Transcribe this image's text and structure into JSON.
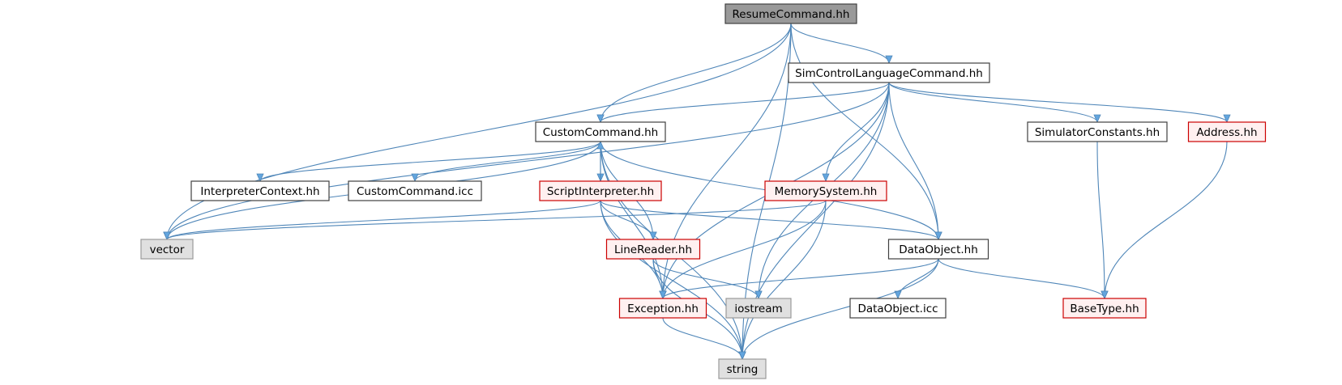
{
  "diagram": {
    "type": "include-dependency-graph",
    "colors": {
      "edge": "#4f86b8",
      "arrowhead": "#63a5de",
      "root_fill": "#999999",
      "system_fill": "#e0e0e0",
      "incomplete_border": "#cc0000",
      "incomplete_fill": "#fff0f0",
      "normal_border": "#404040",
      "normal_fill": "#ffffff"
    },
    "nodes": [
      {
        "id": "ResumeCommand",
        "label": "ResumeCommand.hh",
        "style": "root",
        "interactable": false
      },
      {
        "id": "SimControl",
        "label": "SimControlLanguageCommand.hh",
        "style": "normal",
        "interactable": true
      },
      {
        "id": "CustomCommand",
        "label": "CustomCommand.hh",
        "style": "normal",
        "interactable": true
      },
      {
        "id": "SimulatorConstants",
        "label": "SimulatorConstants.hh",
        "style": "normal",
        "interactable": true
      },
      {
        "id": "Address",
        "label": "Address.hh",
        "style": "incomplete",
        "interactable": true
      },
      {
        "id": "InterpreterContext",
        "label": "InterpreterContext.hh",
        "style": "normal",
        "interactable": true
      },
      {
        "id": "CustomCommandIcc",
        "label": "CustomCommand.icc",
        "style": "normal",
        "interactable": true
      },
      {
        "id": "ScriptInterpreter",
        "label": "ScriptInterpreter.hh",
        "style": "incomplete",
        "interactable": true
      },
      {
        "id": "MemorySystem",
        "label": "MemorySystem.hh",
        "style": "incomplete",
        "interactable": true
      },
      {
        "id": "vector",
        "label": "vector",
        "style": "system",
        "interactable": false
      },
      {
        "id": "LineReader",
        "label": "LineReader.hh",
        "style": "incomplete",
        "interactable": true
      },
      {
        "id": "DataObject",
        "label": "DataObject.hh",
        "style": "normal",
        "interactable": true
      },
      {
        "id": "Exception",
        "label": "Exception.hh",
        "style": "incomplete",
        "interactable": true
      },
      {
        "id": "iostream",
        "label": "iostream",
        "style": "system",
        "interactable": false
      },
      {
        "id": "DataObjectIcc",
        "label": "DataObject.icc",
        "style": "normal",
        "interactable": true
      },
      {
        "id": "BaseType",
        "label": "BaseType.hh",
        "style": "incomplete",
        "interactable": true
      },
      {
        "id": "string",
        "label": "string",
        "style": "system",
        "interactable": false
      }
    ],
    "edges": [
      [
        "ResumeCommand",
        "SimControl"
      ],
      [
        "ResumeCommand",
        "CustomCommand"
      ],
      [
        "ResumeCommand",
        "vector"
      ],
      [
        "ResumeCommand",
        "Exception"
      ],
      [
        "ResumeCommand",
        "DataObject"
      ],
      [
        "ResumeCommand",
        "string"
      ],
      [
        "SimControl",
        "CustomCommand"
      ],
      [
        "SimControl",
        "vector"
      ],
      [
        "SimControl",
        "SimulatorConstants"
      ],
      [
        "SimControl",
        "Address"
      ],
      [
        "SimControl",
        "MemorySystem"
      ],
      [
        "SimControl",
        "DataObject"
      ],
      [
        "SimControl",
        "Exception"
      ],
      [
        "SimControl",
        "iostream"
      ],
      [
        "SimControl",
        "string"
      ],
      [
        "CustomCommand",
        "InterpreterContext"
      ],
      [
        "CustomCommand",
        "CustomCommandIcc"
      ],
      [
        "CustomCommand",
        "ScriptInterpreter"
      ],
      [
        "CustomCommand",
        "vector"
      ],
      [
        "CustomCommand",
        "LineReader"
      ],
      [
        "CustomCommand",
        "DataObject"
      ],
      [
        "CustomCommand",
        "Exception"
      ],
      [
        "CustomCommand",
        "string"
      ],
      [
        "ScriptInterpreter",
        "CustomCommand"
      ],
      [
        "ScriptInterpreter",
        "vector"
      ],
      [
        "ScriptInterpreter",
        "LineReader"
      ],
      [
        "ScriptInterpreter",
        "DataObject"
      ],
      [
        "ScriptInterpreter",
        "Exception"
      ],
      [
        "ScriptInterpreter",
        "string"
      ],
      [
        "MemorySystem",
        "vector"
      ],
      [
        "MemorySystem",
        "Exception"
      ],
      [
        "MemorySystem",
        "string"
      ],
      [
        "LineReader",
        "Exception"
      ],
      [
        "LineReader",
        "iostream"
      ],
      [
        "LineReader",
        "string"
      ],
      [
        "DataObject",
        "Exception"
      ],
      [
        "DataObject",
        "DataObjectIcc"
      ],
      [
        "DataObject",
        "BaseType"
      ],
      [
        "DataObject",
        "string"
      ],
      [
        "SimulatorConstants",
        "BaseType"
      ],
      [
        "Address",
        "BaseType"
      ],
      [
        "Exception",
        "string"
      ]
    ]
  }
}
